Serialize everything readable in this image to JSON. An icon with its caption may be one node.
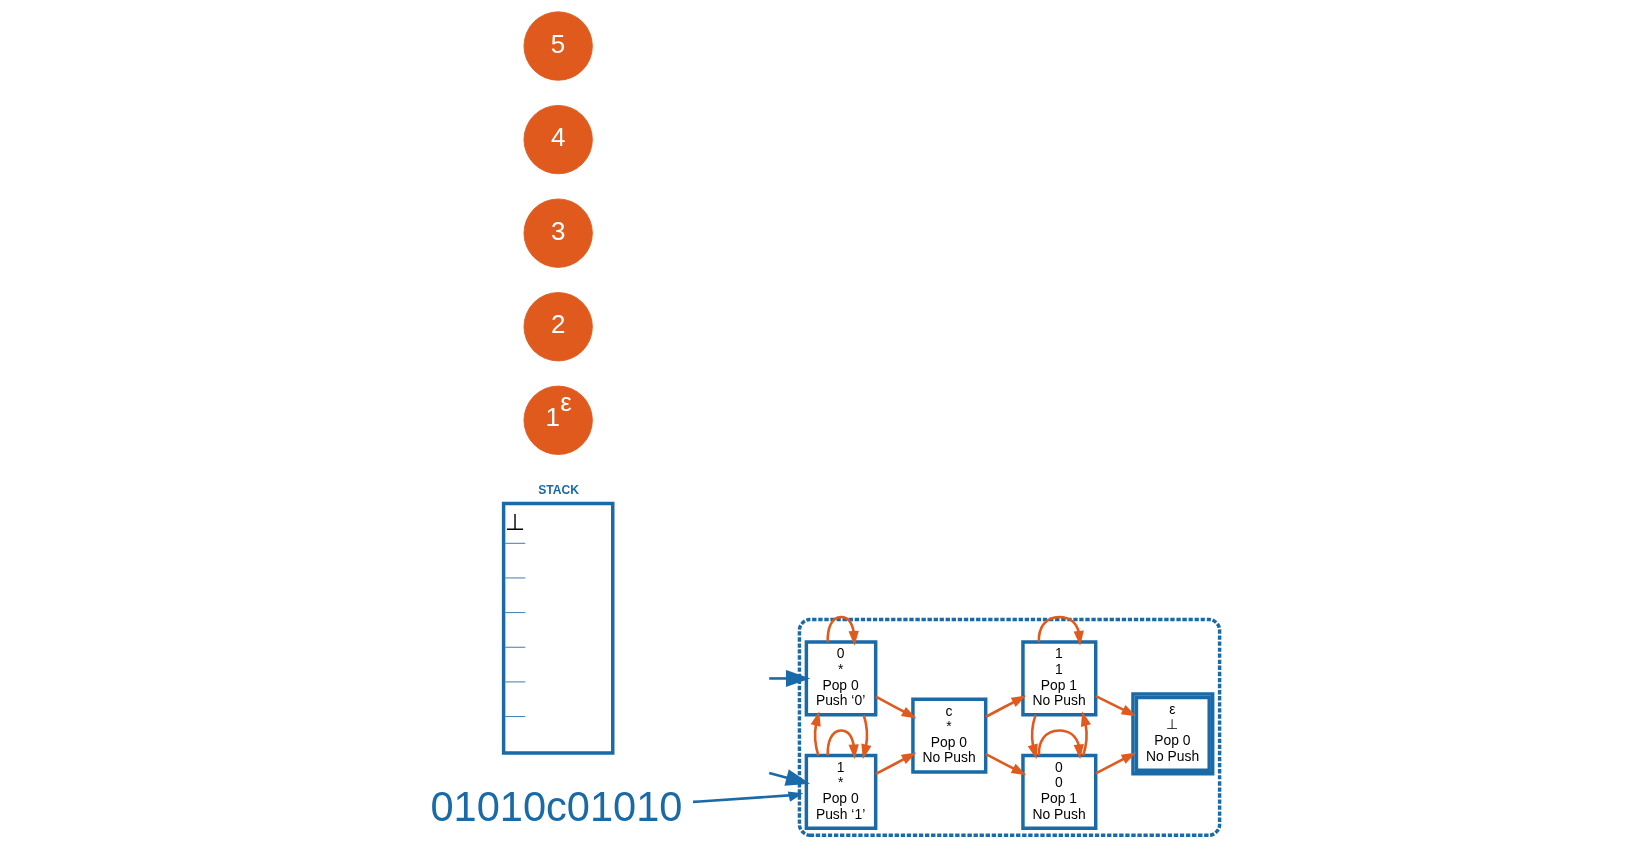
{
  "diagram": {
    "nodes": [
      {
        "text": [],
        "shape": "box"
      },
      {
        "text": [
          "0",
          "*",
          "Pop 0",
          "Push ‘0’"
        ],
        "in": 0
      },
      {
        "text": [
          "1",
          "*",
          "Pop 0",
          "Push ‘1’"
        ],
        "in": 0
      },
      {
        "text": [
          "c",
          "*",
          "Pop 0",
          "No Push"
        ],
        "in": 0
      },
      {
        "text": [
          "0",
          "0",
          "Pop 1",
          "No Push"
        ],
        "in": 0
      },
      {
        "text": [
          "1",
          "1",
          "Pop 1",
          "No Push"
        ],
        "in": 0
      },
      {
        "text": [
          "ε",
          "⊥",
          "Pop 0",
          "No Push"
        ],
        "in": 0
      },
      {
        "text": [
          "STACK",
          "⊥"
        ]
      },
      {
        "text": [
          "01010c01010"
        ]
      },
      {
        "text": [
          "1$^{ε}$"
        ]
      },
      {
        "text": [
          "2"
        ]
      },
      {
        "text": [
          "3"
        ]
      },
      {
        "text": [
          "4"
        ]
      },
      {
        "text": [
          "5"
        ]
      }
    ],
    "edges": [
      {
        "from": null,
        "to": 1,
        "arrow": "to",
        "color": "#1a6aa8"
      },
      {
        "from": null,
        "to": 2,
        "arrow": "to",
        "color": "#1a6aa8"
      },
      {
        "from": 1,
        "to": 1,
        "arrow": "to"
      },
      {
        "from": 1,
        "to": 2,
        "arrow": "to"
      },
      {
        "from": 2,
        "to": 1,
        "arrow": "to"
      },
      {
        "from": 2,
        "to": 2,
        "arrow": "to"
      },
      {
        "from": 1,
        "to": 3,
        "arrow": "to"
      },
      {
        "from": 2,
        "to": 3,
        "arrow": "to"
      },
      {
        "from": 3,
        "to": 4,
        "arrow": "to"
      },
      {
        "from": 3,
        "to": 5,
        "arrow": "to"
      },
      {
        "from": 4,
        "to": 4,
        "arrow": "to"
      },
      {
        "from": 4,
        "to": 5,
        "arrow": "to"
      },
      {
        "from": 5,
        "to": 4,
        "arrow": "to"
      },
      {
        "from": 5,
        "to": 5,
        "arrow": "to"
      },
      {
        "from": 4,
        "to": 6,
        "arrow": "to"
      },
      {
        "from": 5,
        "to": 6,
        "arrow": "to"
      },
      {
        "from": 8,
        "to": 0,
        "arrow": "to",
        "color": "#1a6aa8"
      }
    ]
  }
}
